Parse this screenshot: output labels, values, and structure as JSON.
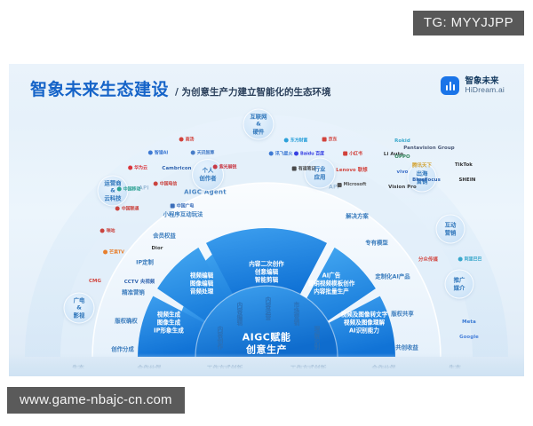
{
  "watermarks": {
    "tg": "TG: MYYJJPP",
    "url": "www.game-nbajc-cn.com"
  },
  "slide": {
    "header": {
      "title": "智象未来生态建设",
      "subtitle": "/ 为创意生产力建立智能化的生态环境"
    },
    "brand": {
      "name_cn": "智象未来",
      "name_en": "HiDream.ai",
      "logo_icon": "bar-chart-app-icon",
      "accent": "#1a74e8"
    }
  },
  "chart_data": {
    "type": "diagram",
    "title": "AIGC赋能创意生产 生态建设扇形图",
    "core": "AIGC赋能\n创意生产",
    "core_line1": "AIGC赋能",
    "core_line2": "创意生产",
    "inner_ring": [
      {
        "label": "内容创作",
        "angle": 198
      },
      {
        "label": "内容编辑",
        "angle": 222
      },
      {
        "label": "内容运营",
        "angle": 256
      },
      {
        "label": "市场营销",
        "angle": 290
      },
      {
        "label": "理解识别",
        "angle": 330
      }
    ],
    "capability_sectors": [
      {
        "name": "内容生成",
        "lines": [
          "视频生成",
          "图像生成",
          "IP形象生成"
        ]
      },
      {
        "name": "内容编辑",
        "lines": [
          "视频编辑",
          "图像编辑",
          "音频处理"
        ]
      },
      {
        "name": "内容二次创作",
        "lines": [
          "内容二次创作",
          "创意编辑",
          "智能剪辑"
        ]
      },
      {
        "name": "AI广告",
        "lines": [
          "AI广告",
          "营销视频模板创作",
          "内容批量生产"
        ]
      },
      {
        "name": "AI识别",
        "lines": [
          "视频及图像转文字",
          "视频及图像理解",
          "AI识别能力"
        ]
      }
    ],
    "outer_ring_left": [
      "小程序互动玩法",
      "会员权益",
      "IP定制",
      "精准营销",
      "版权确权",
      "创作分成"
    ],
    "outer_ring_right": [
      "解决方案",
      "专有模型",
      "定制化AI产品",
      "版权共享",
      "共创收益"
    ],
    "platform_labels": {
      "agent": "AIGC Agent",
      "api_left": "API",
      "api_right": "API"
    },
    "audience_pills": [
      {
        "label": "个人\n创作者",
        "line1": "个人",
        "line2": "创作者"
      },
      {
        "label": "行业\n应用",
        "line1": "行业",
        "line2": "应用"
      }
    ],
    "sector_pills": [
      {
        "line1": "互联网",
        "line2": "&",
        "line3": "硬件"
      },
      {
        "line1": "运营商",
        "line2": "&",
        "line3": "云科技"
      },
      {
        "line1": "广电",
        "line2": "&",
        "line3": "影视"
      },
      {
        "line1": "出海",
        "line2": "营销"
      },
      {
        "line1": "互动",
        "line2": "营销"
      },
      {
        "line1": "推广",
        "line2": "媒介"
      }
    ],
    "legend_bottom": [
      {
        "head": "生态",
        "sub1": "AIoT",
        "sub2": "生态共创"
      },
      {
        "head": "合作伙伴",
        "sub1": "价值链",
        "sub2": "数字协同"
      },
      {
        "head": "工作方式创新",
        "sub1": "数据驱动",
        "sub2": "运营"
      },
      {
        "head": "工作方式创新",
        "sub1": "数据驱动",
        "sub2": "运营"
      },
      {
        "head": "合作伙伴",
        "sub1": "价值链",
        "sub2": "数字协同"
      },
      {
        "head": "生态",
        "sub1": "AIoT",
        "sub2": "生态共创"
      }
    ],
    "partner_logos": [
      {
        "text": "商汤",
        "color": "#d0342c",
        "shape": "dot"
      },
      {
        "text": "智谱AI",
        "color": "#2f6fd0",
        "shape": "dot"
      },
      {
        "text": "天玑智算",
        "color": "#3b74c4",
        "shape": "dot"
      },
      {
        "text": "华为云",
        "color": "#d8262c",
        "shape": "dot"
      },
      {
        "text": "Cambricon",
        "color": "#1e56a8",
        "shape": "none"
      },
      {
        "text": "紫光展锐",
        "color": "#c62a36",
        "shape": "dot"
      },
      {
        "text": "中国移动",
        "color": "#1b9b8a",
        "shape": "dot"
      },
      {
        "text": "中国电信",
        "color": "#c8352f",
        "shape": "dot"
      },
      {
        "text": "中国联通",
        "color": "#c8352f",
        "shape": "dot"
      },
      {
        "text": "中国广电",
        "color": "#2c63b5",
        "shape": "sq"
      },
      {
        "text": "咪咕",
        "color": "#c8352f",
        "shape": "dot"
      },
      {
        "text": "芒果TV",
        "color": "#e8761c",
        "shape": "dot"
      },
      {
        "text": "Dior",
        "color": "#2b2b2b",
        "shape": "none"
      },
      {
        "text": "CMG",
        "color": "#d0342c",
        "shape": "none"
      },
      {
        "text": "CCTV 央视频",
        "color": "#1e56a8",
        "shape": "none"
      },
      {
        "text": "东方财富",
        "color": "#1e9bd8",
        "shape": "dot"
      },
      {
        "text": "京东",
        "color": "#d0342c",
        "shape": "sq"
      },
      {
        "text": "讯飞星火",
        "color": "#2f6fd0",
        "shape": "dot"
      },
      {
        "text": "Baidu 百度",
        "color": "#2932e1",
        "shape": "dot"
      },
      {
        "text": "小红书",
        "color": "#d0342c",
        "shape": "sq"
      },
      {
        "text": "有道笔记",
        "color": "#3b3b3b",
        "shape": "sq"
      },
      {
        "text": "Lenovo 联想",
        "color": "#d0342c",
        "shape": "none"
      },
      {
        "text": "Microsoft",
        "color": "#4a4a4a",
        "shape": "sq"
      },
      {
        "text": "Li Auto",
        "color": "#2b2b2b",
        "shape": "none"
      },
      {
        "text": "Rokid",
        "color": "#2aa2c8",
        "shape": "none"
      },
      {
        "text": "OPPO",
        "color": "#1f7a4c",
        "shape": "none"
      },
      {
        "text": "vivo",
        "color": "#2b62c4",
        "shape": "none"
      },
      {
        "text": "Vision Pro",
        "color": "#2b2b2b",
        "shape": "none"
      },
      {
        "text": "Pantavision Group",
        "color": "#3b4a6b",
        "shape": "none"
      },
      {
        "text": "腾讯天下",
        "color": "#d09a1c",
        "shape": "none"
      },
      {
        "text": "TikTok",
        "color": "#1b1b1b",
        "shape": "none"
      },
      {
        "text": "BlueFocus",
        "color": "#1e56a8",
        "shape": "none"
      },
      {
        "text": "SHEIN",
        "color": "#1b1b1b",
        "shape": "none"
      },
      {
        "text": "分众传媒",
        "color": "#d0342c",
        "shape": "none"
      },
      {
        "text": "阿里巴巴",
        "color": "#2aa2c8",
        "shape": "dot"
      },
      {
        "text": "Meta",
        "color": "#2b6fd0",
        "shape": "none"
      },
      {
        "text": "Google",
        "color": "#3b78d8",
        "shape": "none"
      }
    ]
  }
}
